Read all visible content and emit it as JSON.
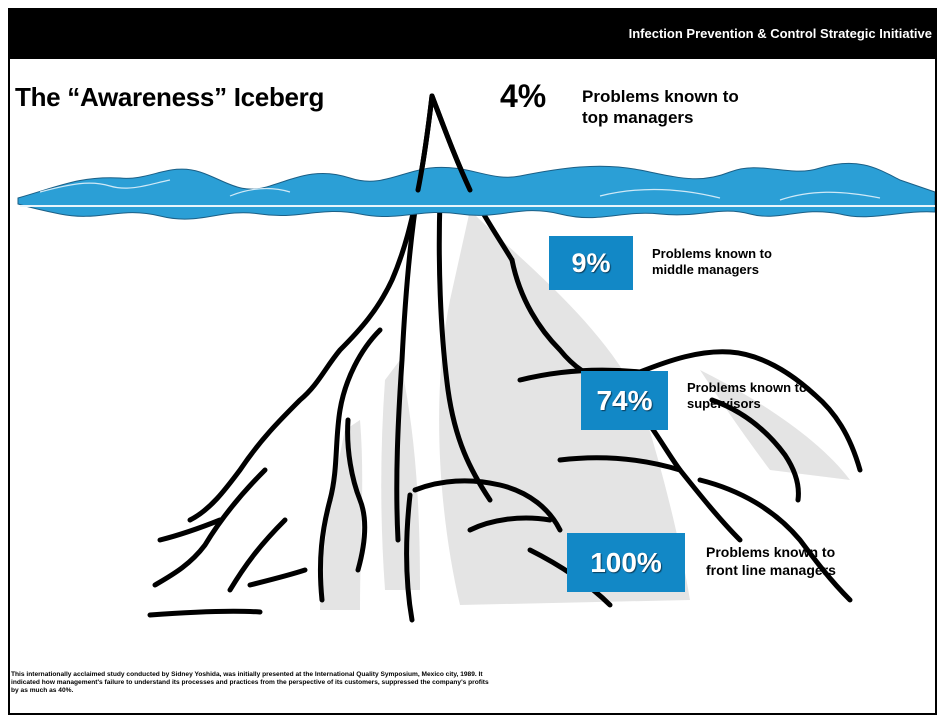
{
  "header": {
    "text": "Infection Prevention & Control Strategic Initiative"
  },
  "title": "The “Awareness” Iceberg",
  "levels": [
    {
      "percent": "4%",
      "line1": "Problems known to",
      "line2": "top managers"
    },
    {
      "percent": "9%",
      "line1": "Problems known to",
      "line2": "middle managers"
    },
    {
      "percent": "74%",
      "line1": "Problems known to",
      "line2": "supervisors"
    },
    {
      "percent": "100%",
      "line1": "Problems known to",
      "line2": "front line managers"
    }
  ],
  "footnote": "This internationally acclaimed study conducted by Sidney Yoshida, was initially presented at the International Quality Symposium, Mexico city, 1989. It indicated how management's failure to understand its processes and practices from the perspective of its customers, suppressed the company's profits by as much as 40%.",
  "colors": {
    "badge": "#1288c6",
    "water": "#2b9fd6",
    "ice_shadow": "#e6e6e6",
    "header_bg": "#000000"
  },
  "icons": [
    "iceberg-illustration",
    "water-waves"
  ]
}
